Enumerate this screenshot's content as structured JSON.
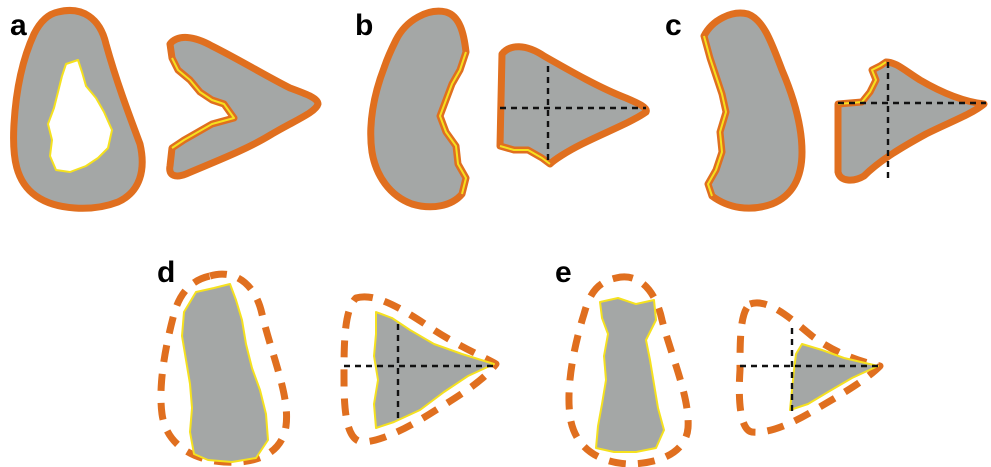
{
  "colors": {
    "cortex": "#a4a7a6",
    "outline": "#e06f1f",
    "inner_edge": "#f5e11f",
    "cavity": "#ffffff",
    "axis": "#111111"
  },
  "panels": [
    {
      "label": "a"
    },
    {
      "label": "b"
    },
    {
      "label": "c"
    },
    {
      "label": "d"
    },
    {
      "label": "e"
    }
  ]
}
